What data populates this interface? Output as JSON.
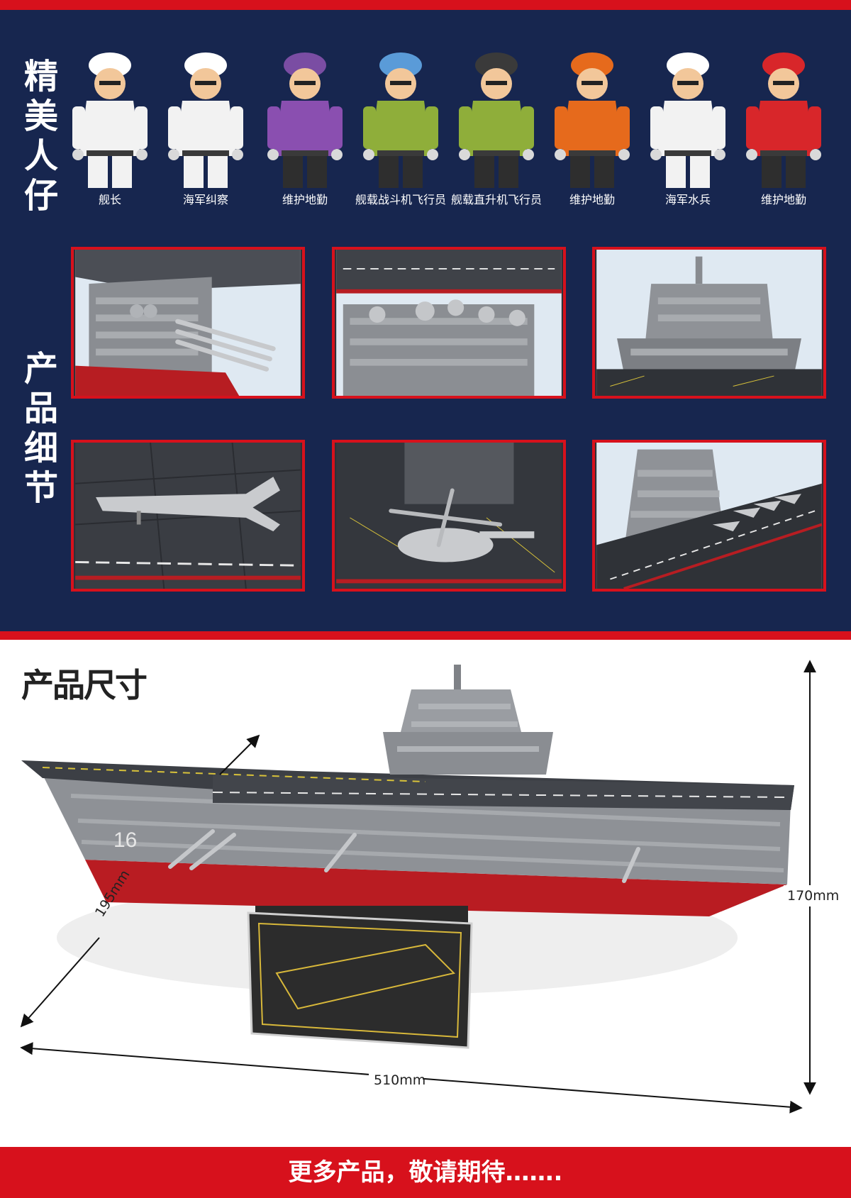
{
  "sections": {
    "figures_title": "精美人仔",
    "details_title": "产品细节",
    "dimensions_title": "产品尺寸"
  },
  "figures": [
    {
      "label": "舰长",
      "color": "#f2f2f2",
      "hat": "#ffffff"
    },
    {
      "label": "海军纠察",
      "color": "#f2f2f2",
      "hat": "#ffffff"
    },
    {
      "label": "维护地勤",
      "color": "#8a4fb0",
      "hat": "#7a4da3"
    },
    {
      "label": "舰载战斗机飞行员",
      "color": "#8fae3a",
      "hat": "#5a9bd8"
    },
    {
      "label": "舰载直升机飞行员",
      "color": "#8fae3a",
      "hat": "#3a3a3a"
    },
    {
      "label": "维护地勤",
      "color": "#e66a1c",
      "hat": "#e66a1c"
    },
    {
      "label": "海军水兵",
      "color": "#f2f2f2",
      "hat": "#ffffff"
    },
    {
      "label": "维护地勤",
      "color": "#d8262a",
      "hat": "#d8262a"
    }
  ],
  "dimensions": {
    "width": "510mm",
    "depth": "195mm",
    "height": "170mm"
  },
  "model": {
    "hull_number": "16"
  },
  "footer": {
    "text": "更多产品，敬请期待……."
  },
  "colors": {
    "navy": "#17264f",
    "red": "#d7111c"
  }
}
